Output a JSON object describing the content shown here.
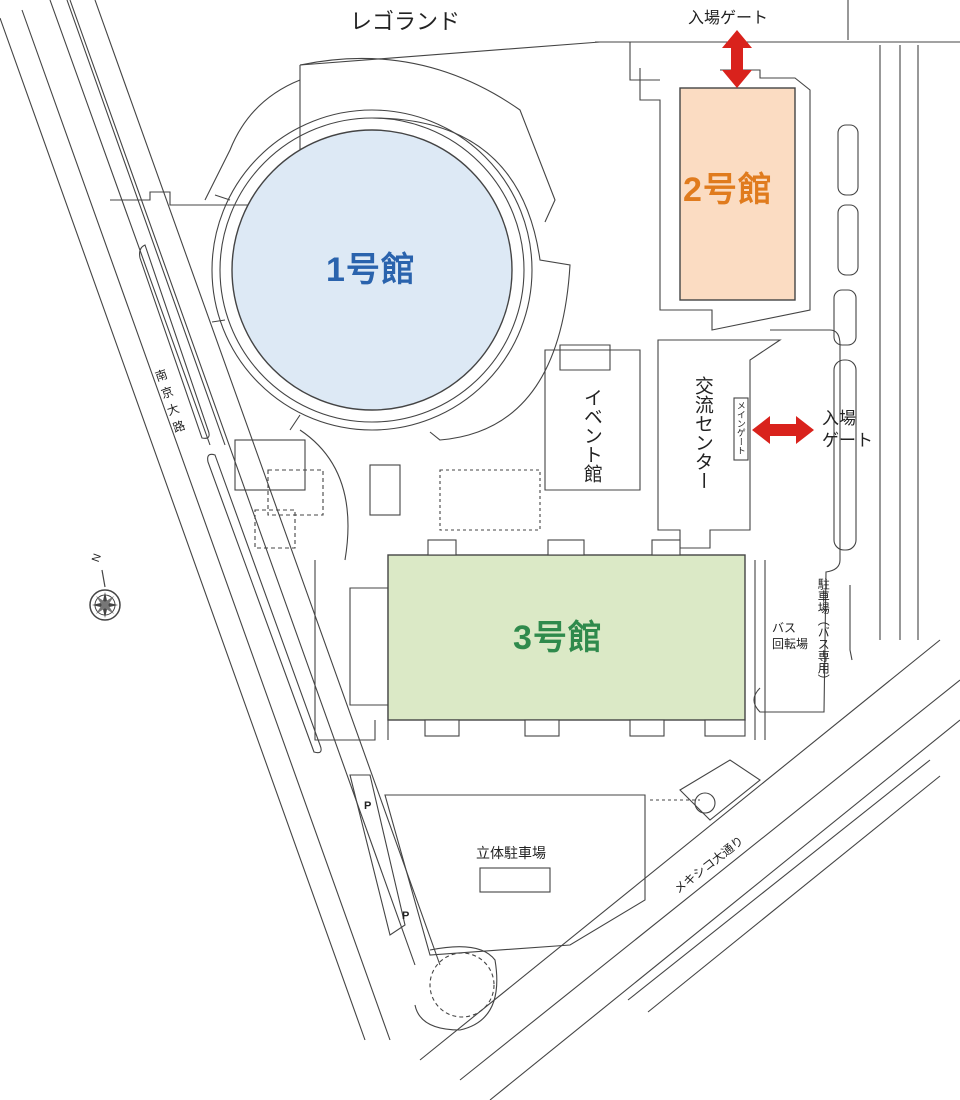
{
  "labels": {
    "legoland": "レゴランド",
    "gate_top": "入場ゲート",
    "gate_right_1": "入場",
    "gate_right_2": "ゲート",
    "hall1": "1号館",
    "hall2": "2号館",
    "hall3": "3号館",
    "event_hall": "イベント館",
    "exchange_center": "交流センター",
    "main_gate": "メインゲート",
    "bus_parking": "駐車場（バス専用）",
    "bus_loop_1": "バス",
    "bus_loop_2": "回転場",
    "parking_structure": "立体駐車場",
    "nanjing_road": "南京大路",
    "mexico_road": "メキシコ大通り",
    "north": "N",
    "p1": "P",
    "p2": "P"
  },
  "colors": {
    "hall1_fill": "#dde9f5",
    "hall1_text": "#2a63ad",
    "hall2_fill": "#fbdcc2",
    "hall2_text": "#e07b1d",
    "hall3_fill": "#dbe9c6",
    "hall3_text": "#2f8a4c",
    "gate_arrow": "#d9221c",
    "line": "#444444"
  },
  "icons": {
    "compass": "compass-rose-icon",
    "gate_arrow": "double-arrow-icon"
  }
}
